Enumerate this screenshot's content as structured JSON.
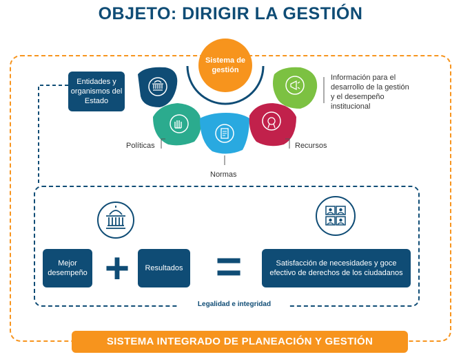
{
  "title": "OBJETO: DIRIGIR LA GESTIÓN",
  "center": "Sistema de gestión",
  "petals": {
    "entidades": "Entidades y organismos del Estado",
    "politicas": "Políticas",
    "normas": "Normas",
    "recursos": "Recursos",
    "informacion": "Información para el desarrollo de la gestión y el desempeño institucional"
  },
  "formula": {
    "term1": "Mejor desempeño",
    "plus": "+",
    "term2": "Resultados",
    "equals": "=",
    "result": "Satisfacción de necesidades y goce efectivo de derechos de los ciudadanos"
  },
  "inner_frame_label": "Legalidad e integridad",
  "banner": "SISTEMA INTEGRADO DE PLANEACIÓN Y GESTIÓN",
  "colors": {
    "navy": "#0f4c75",
    "orange": "#f7941d",
    "green_teal": "#2bab8e",
    "cyan": "#29a9e0",
    "crimson": "#c1214b",
    "lime": "#7cc142"
  },
  "icons": [
    "government-building-icon",
    "raised-hands-icon",
    "document-icon",
    "award-badge-icon",
    "megaphone-icon",
    "citizens-grid-icon"
  ]
}
